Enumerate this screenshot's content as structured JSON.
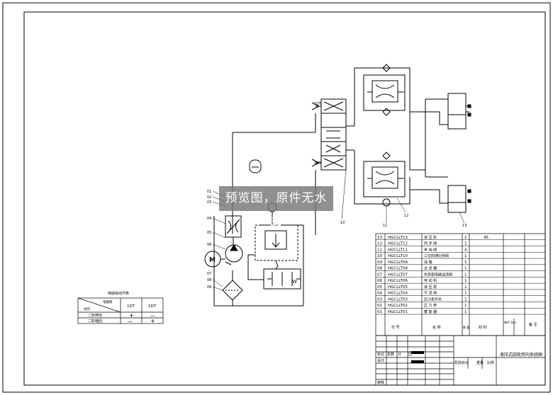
{
  "watermark": "预览图，原件无水印",
  "solenoid_table": {
    "title": "电磁铁动作表",
    "corner_top": "电磁铁",
    "corner_bottom": "动作",
    "columns": [
      "1DT",
      "2DT"
    ],
    "rows": [
      {
        "action": "二缸伸出",
        "cells": [
          "+",
          "—"
        ]
      },
      {
        "action": "二缸缩回",
        "cells": [
          "—",
          "+"
        ]
      }
    ]
  },
  "bom": {
    "rows": [
      {
        "no": "13",
        "code": "HGCLLT13",
        "name": "液 压 缸",
        "qty": "2",
        "mat": "45",
        "mass": "",
        "note": ""
      },
      {
        "no": "12",
        "code": "HGCLLT12",
        "name": "同 步 阀",
        "qty": "2",
        "mat": "",
        "mass": "",
        "note": ""
      },
      {
        "no": "11",
        "code": "HGCLLT11",
        "name": "单 向 阀",
        "qty": "4",
        "mat": "",
        "mass": "",
        "note": ""
      },
      {
        "no": "10",
        "code": "HGCLLT10",
        "name": "三位四通比例阀",
        "qty": "1",
        "mat": "",
        "mass": "",
        "note": ""
      },
      {
        "no": "09",
        "code": "HGCLLT09",
        "name": "油 箱",
        "qty": "1",
        "mat": "",
        "mass": "",
        "note": ""
      },
      {
        "no": "08",
        "code": "HGCLLT08",
        "name": "过 滤 器",
        "qty": "1",
        "mat": "",
        "mass": "",
        "note": ""
      },
      {
        "no": "07",
        "code": "HGCLLT07",
        "name": "先导型电磁溢流阀",
        "qty": "1",
        "mat": "",
        "mass": "",
        "note": ""
      },
      {
        "no": "06",
        "code": "HGCLLT06",
        "name": "电 动 机",
        "qty": "1",
        "mat": "",
        "mass": "",
        "note": ""
      },
      {
        "no": "05",
        "code": "HGCLLT05",
        "name": "液 压 泵",
        "qty": "1",
        "mat": "",
        "mass": "",
        "note": ""
      },
      {
        "no": "04",
        "code": "HGCLLT04",
        "name": "节 流 阀",
        "qty": "1",
        "mat": "",
        "mass": "",
        "note": ""
      },
      {
        "no": "03",
        "code": "HGCLLT03",
        "name": "压力表开关",
        "qty": "1",
        "mat": "",
        "mass": "",
        "note": ""
      },
      {
        "no": "02",
        "code": "HGCLLT02",
        "name": "压 力 表",
        "qty": "1",
        "mat": "",
        "mass": "",
        "note": ""
      },
      {
        "no": "01",
        "code": "HGCLLT01",
        "name": "蓄 能 器",
        "qty": "1",
        "mat": "",
        "mass": "",
        "note": ""
      }
    ],
    "header": {
      "no": "代 号",
      "name": "名 称",
      "qty": "数 量",
      "mat": "材 料",
      "mass": "单件 总计",
      "note": "备 注"
    }
  },
  "title_block": {
    "left_labels": [
      "标记",
      "处数",
      "分",
      "区",
      "设计",
      "审核"
    ],
    "mid_labels": [
      "阶段标记",
      "重量",
      "比例"
    ],
    "drawing_name": "液压式四轮转向系统图"
  },
  "labels": {
    "solenoid_1": "1DT",
    "solenoid_2": "2DT",
    "pump_motor": "M",
    "relief_w": "W",
    "callouts": [
      "01",
      "02",
      "03",
      "04",
      "05",
      "06",
      "07",
      "08",
      "09",
      "10",
      "11",
      "12",
      "13"
    ]
  }
}
